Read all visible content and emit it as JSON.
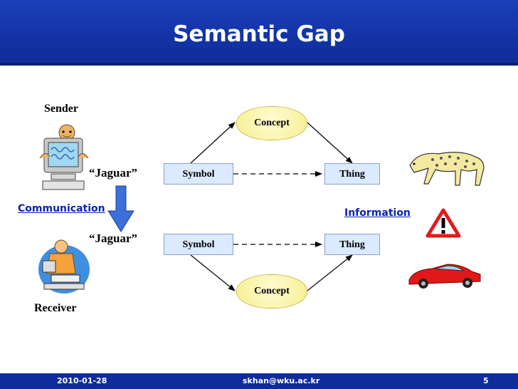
{
  "title": "Semantic Gap",
  "sender_label": "Sender",
  "receiver_label": "Receiver",
  "quote_top": "“Jaguar”",
  "quote_bottom": "“Jaguar”",
  "communication_label": "Communication",
  "information_label": "Information",
  "top_triangle": {
    "concept": "Concept",
    "symbol": "Symbol",
    "thing": "Thing"
  },
  "bottom_triangle": {
    "concept": "Concept",
    "symbol": "Symbol",
    "thing": "Thing"
  },
  "footer": {
    "date": "2010-01-28",
    "email": "skhan@wku.ac.kr",
    "page": "5"
  },
  "colors": {
    "title_bar": "#0f2c9a",
    "box_fill": "#dbeaff",
    "concept_fill": "#f7ef90",
    "keyword": "#0a23b0",
    "arrow": "#3b6fd9"
  }
}
